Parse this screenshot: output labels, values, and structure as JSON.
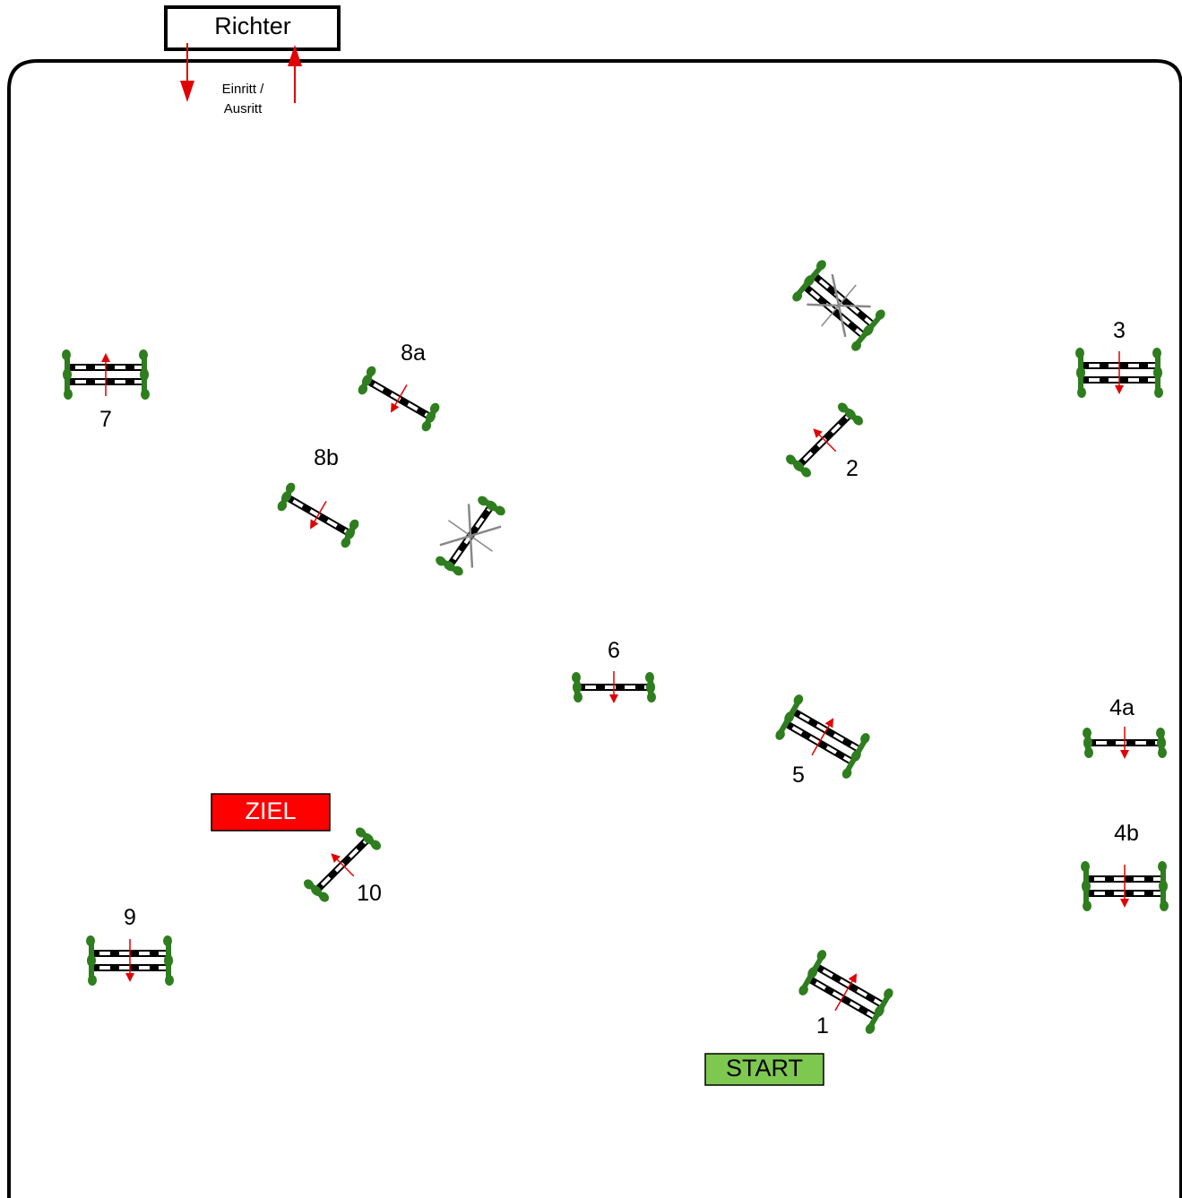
{
  "diagram": {
    "judge_box": {
      "label": "Richter"
    },
    "entry_exit": {
      "line1": "Einritt /",
      "line2": "Ausritt"
    },
    "start_box": {
      "label": "START",
      "color": "#7ec850"
    },
    "finish_box": {
      "label": "ZIEL",
      "color": "#ff0000"
    },
    "colors": {
      "arena_border": "#000000",
      "standard": "#2e7d1e",
      "arrow": "#e00000",
      "crossed_out": "#888888"
    },
    "jumps": [
      {
        "label": "1",
        "type": "oxer"
      },
      {
        "label": "2",
        "type": "vertical"
      },
      {
        "label": "3",
        "type": "oxer"
      },
      {
        "label": "4a",
        "type": "vertical"
      },
      {
        "label": "4b",
        "type": "oxer"
      },
      {
        "label": "5",
        "type": "oxer"
      },
      {
        "label": "6",
        "type": "vertical"
      },
      {
        "label": "7",
        "type": "oxer"
      },
      {
        "label": "8a",
        "type": "vertical"
      },
      {
        "label": "8b",
        "type": "vertical"
      },
      {
        "label": "9",
        "type": "oxer"
      },
      {
        "label": "10",
        "type": "vertical"
      }
    ],
    "unused_jumps": [
      {
        "type": "oxer",
        "crossed_out": true
      },
      {
        "type": "vertical",
        "crossed_out": true
      }
    ]
  }
}
